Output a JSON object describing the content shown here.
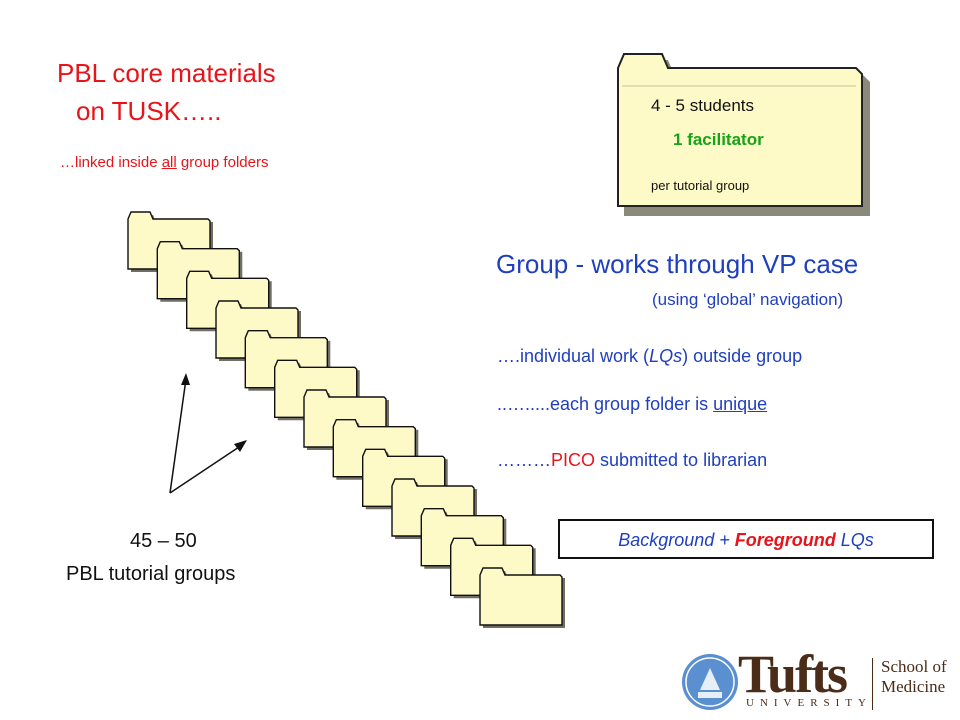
{
  "heading": {
    "line1": "PBL core materials",
    "line2": "on TUSK…..",
    "sub_prefix": "…linked inside ",
    "sub_underlined": "all",
    "sub_suffix": " group folders"
  },
  "big_folder": {
    "students": "4 - 5 students",
    "facilitator": "1  facilitator",
    "per_group": "per tutorial group"
  },
  "group": {
    "title": "Group - works through VP case",
    "navigation": "(using ‘global’ navigation)",
    "individual_prefix": "….individual work (",
    "individual_lqs": "LQs",
    "individual_suffix": ") outside group",
    "unique_prefix": "..….....each group folder is ",
    "unique_word": "unique",
    "pico_prefix": "………",
    "pico_word": "PICO",
    "pico_suffix": " submitted to librarian"
  },
  "lq_box": {
    "background": "Background + ",
    "foreground": "Foreground",
    "lqs": " LQs"
  },
  "groups_count": {
    "range": "45 – 50",
    "label": "PBL tutorial groups"
  },
  "folder_stack": {
    "count": 13,
    "fill_color": "#fdfac8",
    "edge_color": "#111111"
  },
  "logo": {
    "wordmark": "Tufts",
    "university": "UNIVERSITY",
    "school": "School of Medicine",
    "brand_color": "#4a2c18",
    "seal_color": "#5a8fd0"
  },
  "colors": {
    "red": "#e8141a",
    "blue": "#1f3fbf",
    "green": "#17a317"
  }
}
